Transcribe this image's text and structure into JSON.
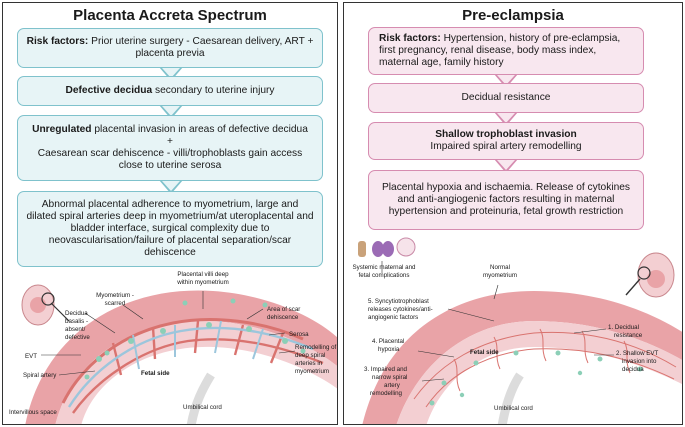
{
  "left": {
    "title": "Placenta Accreta Spectrum",
    "box1_bold": "Risk factors:",
    "box1_text": "Prior uterine surgery - Caesarean delivery, ART + placenta previa",
    "box2_bold": "Defective decidua",
    "box2_text": "secondary to uterine injury",
    "box3_bold": "Unregulated",
    "box3_text": "placental invasion in areas of defective decidua",
    "box3_plus": "+",
    "box3_text2": "Caesarean scar dehiscence - villi/trophoblasts gain access close to uterine serosa",
    "box4_text": "Abnormal placental adherence to myometrium, large and dilated spiral arteries deep in myometrium/at uteroplacental and bladder interface, surgical complexity due to neovascularisation/failure of placental separation/scar dehiscence",
    "labels": {
      "villi": [
        "Placental villi deep",
        "within myometrium"
      ],
      "myometrium": [
        "Myometrium -",
        "scarred"
      ],
      "decidua": [
        "Decidua",
        "basalis -",
        "absent/",
        "defective"
      ],
      "scar": [
        "Area of scar",
        "dehiscence"
      ],
      "serosa": "Serosa",
      "evt": "EVT",
      "remodelling": [
        "Remodelling of",
        "deep spiral",
        "arteries in",
        "myometrium"
      ],
      "spiral": "Spiral artery",
      "fetal": "Fetal side",
      "intervillous": "Intervillous space",
      "cord": "Umbilical cord"
    }
  },
  "right": {
    "title": "Pre-eclampsia",
    "box1_bold": "Risk factors:",
    "box1_text": "Hypertension, history of pre-eclampsia, first pregnancy, renal disease, body mass index, maternal age, family history",
    "box2_text": "Decidual resistance",
    "box3_bold": "Shallow trophoblast invasion",
    "box3_text": "Impaired spiral artery remodelling",
    "box4_text": "Placental hypoxia and ischaemia. Release of cytokines and anti-angiogenic factors resulting in maternal hypertension and proteinuria, fetal growth restriction",
    "labels": {
      "systemic": [
        "Systemic maternal and",
        "fetal complications"
      ],
      "normal": [
        "Normal",
        "myometrium"
      ],
      "syncytio": [
        "5. Syncytiotrophoblast",
        "releases cytokines/anti-",
        "angiogenic factors"
      ],
      "decidual": [
        "1. Decidual",
        "resistance"
      ],
      "hypoxia": [
        "4. Placental",
        "hypoxia"
      ],
      "fetal": "Fetal side",
      "shallow": [
        "2. Shallow EVT",
        "invasion into",
        "decidua"
      ],
      "impaired": [
        "3. Impaired and",
        "narrow spiral",
        "artery",
        "remodelling"
      ],
      "cord": "Umbilical cord"
    }
  },
  "colors": {
    "blue_border": "#7fc2cc",
    "blue_fill": "#e7f4f6",
    "pink_border": "#d68cb0",
    "pink_fill": "#f8e7ef",
    "uterus": "#e9a3a7",
    "placenta": "#f3cfd2",
    "vessel_red": "#d9736f",
    "vessel_blue": "#9cc6dc",
    "villi_green": "#8ccfb7"
  }
}
